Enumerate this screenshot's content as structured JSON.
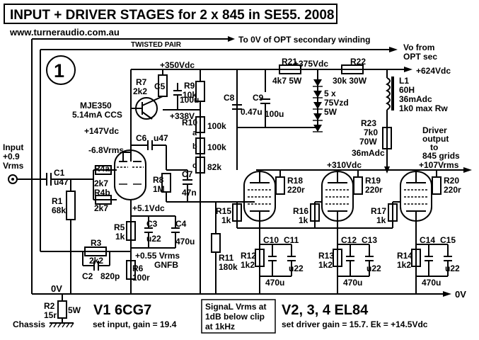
{
  "title": "INPUT + DRIVER STAGES for 2 x 845 in SE55. 2008",
  "website": "www.turneraudio.com.au",
  "stage_number": "1",
  "twisted_pair": "TWISTED PAIR",
  "to_opt": "To 0V of OPT secondary winding",
  "vo_line1": "Vo  from",
  "vo_line2": "OPT sec",
  "input_label": [
    "Input",
    "+0.9",
    "Vrms"
  ],
  "rails": {
    "v350": "+350Vdc",
    "v375": "+375Vdc",
    "v624": "+624Vdc",
    "v338": "+338V",
    "v147": "+147Vdc",
    "v310": "+310Vdc",
    "v107": "+107Vrms",
    "v51": "+5.1Vdc",
    "v055": "+0.55 Vrms",
    "gnfb": "GNFB",
    "neg68": "-6.8Vrms"
  },
  "components": {
    "r7": "R7",
    "r7v": "2k2",
    "c5": "C5",
    "c5v": "100u",
    "mje": "MJE350",
    "ccs": "5.14mA CCS",
    "r9": "R9",
    "r9v": "10k",
    "c8": "C8",
    "c8v": "0.47u",
    "c9": "C9",
    "c9v": "100u",
    "r21": "R21",
    "r21v": "4k7  5W",
    "r22": "R22",
    "r22v": "30k 30W",
    "zener": [
      "5 x",
      "75Vzd",
      "5W"
    ],
    "l1": [
      "L1",
      "60H",
      "36mAdc",
      "1k0 max Rw"
    ],
    "r10": "R10",
    "r10a": "a",
    "r10b": "b",
    "r10c": "c",
    "r10av": "100k",
    "r10bv": "100k",
    "r10cv": "82k",
    "c6": "C6",
    "c6v": "u47",
    "r23": [
      "R23",
      "7k0",
      "70W"
    ],
    "ma36": "36mAdc",
    "driver": [
      "Driver",
      "output",
      "to",
      "845 grids"
    ],
    "c1": "C1",
    "c1v": "u47",
    "r4a": "R4a",
    "r4av": "2k7",
    "r4b": "R4b",
    "r4bv": "2k7",
    "r1": "R1",
    "r1v": "68k",
    "r8": "R8",
    "r8v": "1M",
    "c7": "C7",
    "c7v": "47n",
    "r18": "R18",
    "r18v": "220r",
    "r19": "R19",
    "r19v": "220r",
    "r20": "R20",
    "r20v": "220r",
    "r15": "R15",
    "r15v": "1k",
    "r16": "R16",
    "r16v": "1k",
    "r17": "R17",
    "r17v": "1k",
    "r5": "R5",
    "r5v": "1k",
    "c3": "C3",
    "c3v": "u22",
    "c4": "C4",
    "c4v": "470u",
    "r3": "R3",
    "r3v": "2k2",
    "c2": "C2",
    "c2v": "820p",
    "r6": "R6",
    "r6v": "100r",
    "r11": "R11",
    "r11v": "180k",
    "c10": "C10",
    "c11": "C11",
    "c12": "C12",
    "c13": "C13",
    "c14": "C14",
    "c15": "C15",
    "r12": "R12",
    "r12v": "1k2",
    "r13": "R13",
    "r13v": "1k2",
    "r14": "R14",
    "r14v": "1k2",
    "u22": "u22",
    "uf470": "470u",
    "r2": "R2",
    "r2v": "15r",
    "r2w": "5W"
  },
  "ov_left": "0V",
  "ov_right": "0V",
  "chassis": "Chassis",
  "v1_title": "V1 6CG7",
  "v1_note": "set input, gain = 19.4",
  "signal_note": [
    "SignaL Vrms at",
    "1dB below clip",
    "at 1kHz"
  ],
  "v234_title": "V2, 3, 4 EL84",
  "v234_note": "set driver gain = 15.7.   Ek = +14.5Vdc"
}
